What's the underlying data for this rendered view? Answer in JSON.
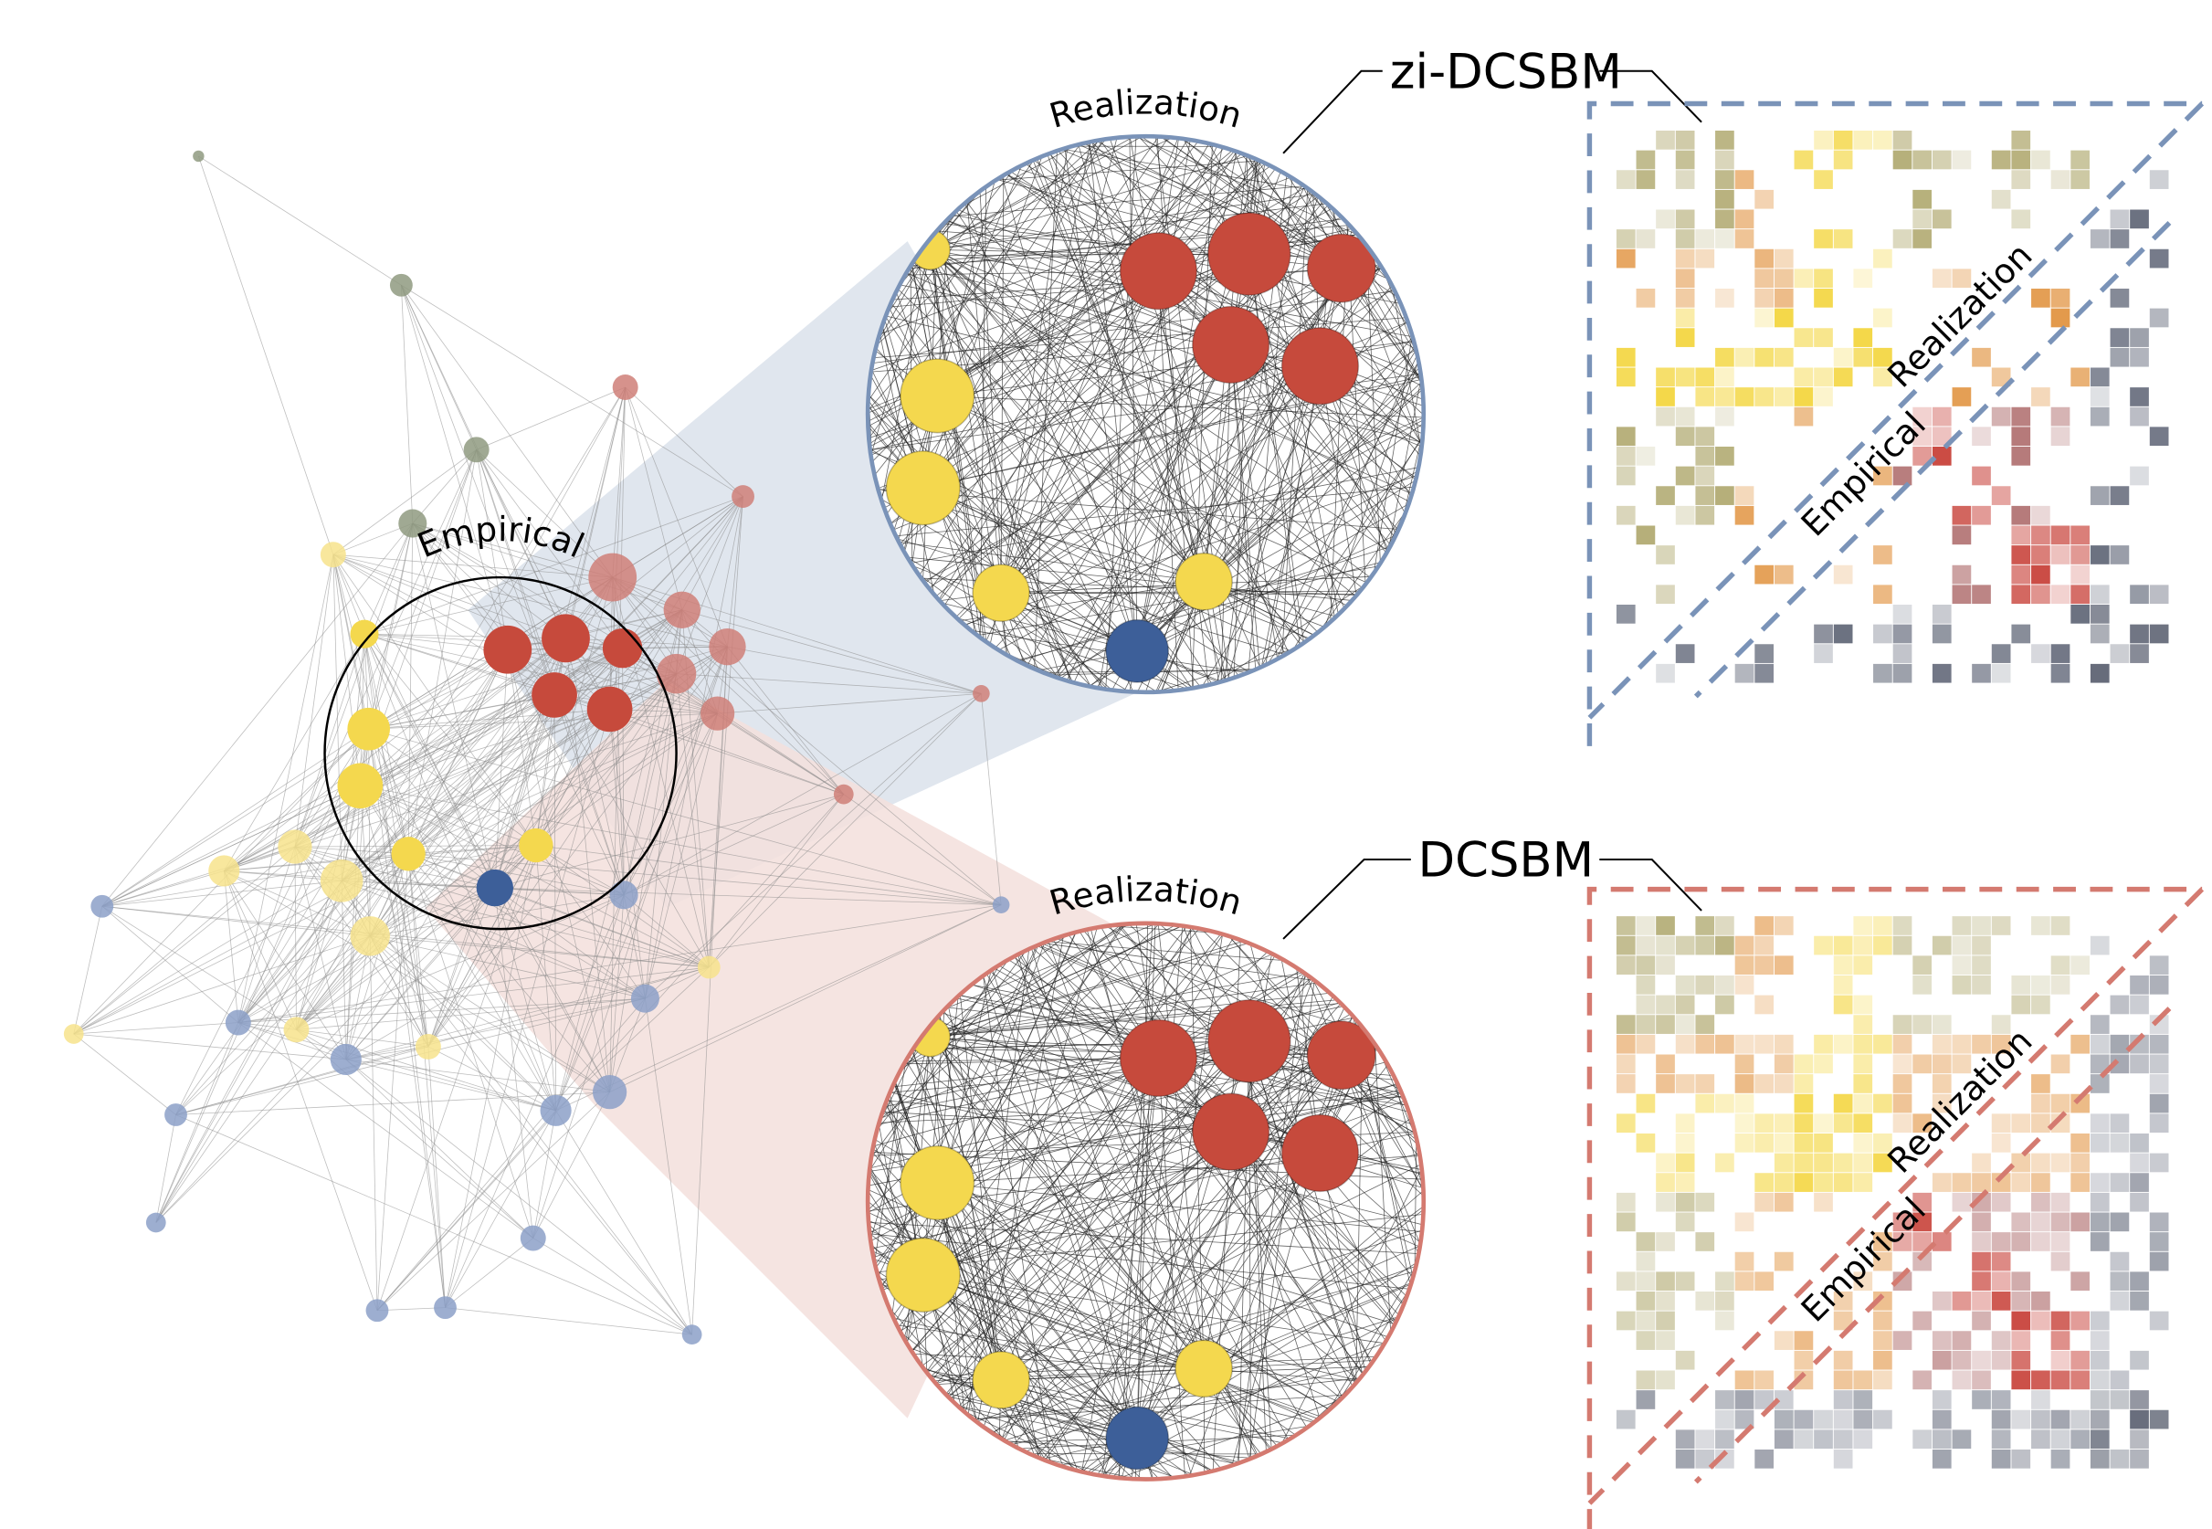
{
  "network": {
    "empirical_label": "Empirical"
  },
  "models": [
    {
      "name": "zi-DCSBM",
      "realization_label": "Realization",
      "matrix": {
        "realization_label": "Realization",
        "empirical_label": "Empirical"
      },
      "accent": "#7a93b8",
      "wedge": "#dde3ec"
    },
    {
      "name": "DCSBM",
      "realization_label": "Realization",
      "matrix": {
        "realization_label": "Realization",
        "empirical_label": "Empirical"
      },
      "accent": "#d47a70",
      "wedge": "#f3dfdc"
    }
  ],
  "colors": {
    "red": "#c64a3c",
    "red_light": "#cf7f78",
    "yellow": "#f4d84e",
    "yellow_light": "#f7e38c",
    "blue": "#3d5f99",
    "blue_light": "#8ca0c8",
    "olive": "#8f9a80"
  }
}
